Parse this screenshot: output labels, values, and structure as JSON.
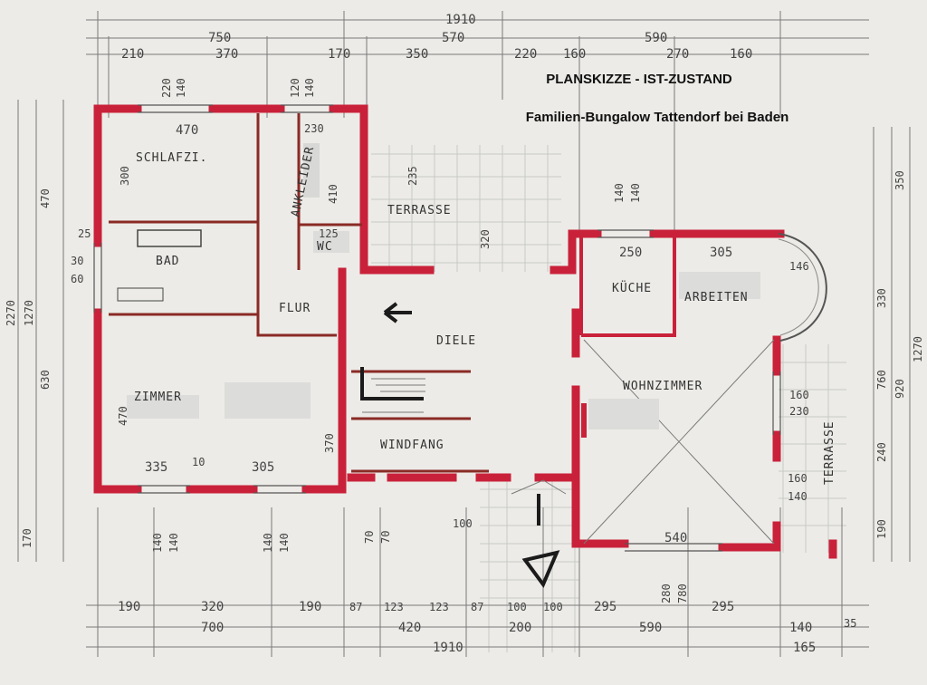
{
  "title": "PLANSKIZZE - IST-ZUSTAND",
  "subtitle": "Familien-Bungalow Tattendorf bei Baden",
  "colors": {
    "wall": "#c9213a",
    "paper": "#ecebe7",
    "ink": "#444444",
    "inner_wall": "#8a2a25"
  },
  "rooms": {
    "schlafzi": "SCHLAFZI.",
    "ankleider": "ANKLEIDER",
    "wc": "WC",
    "bad": "BAD",
    "flur": "FLUR",
    "zimmer": "ZIMMER",
    "diele": "DIELE",
    "windfang": "WINDFANG",
    "kueche": "KÜCHE",
    "arbeiten": "ARBEITEN",
    "wohnzimmer": "WOHNZIMMER",
    "terrasse_nord": "TERRASSE",
    "terrasse_ost": "TERRASSE"
  },
  "dimensions_top": {
    "total": "1910",
    "row2": [
      "750",
      "570",
      "590"
    ],
    "row3": [
      "210",
      "370",
      "170",
      "350",
      "220",
      "160",
      "270",
      "160"
    ]
  },
  "dimensions_bottom": {
    "row1": [
      "190",
      "320",
      "190",
      "87",
      "123",
      "123",
      "87",
      "100",
      "100",
      "295",
      "295"
    ],
    "row2": [
      "700",
      "420",
      "200",
      "590",
      "140",
      "35"
    ],
    "row3": [
      "1910",
      "165"
    ]
  },
  "dimensions_left": [
    "470",
    "1270",
    "2270",
    "630",
    "30",
    "60",
    "170"
  ],
  "dimensions_right": [
    "350",
    "330",
    "1270",
    "760",
    "920",
    "240",
    "190"
  ],
  "dimensions_inner": {
    "schlafzi_w": "470",
    "schlafzi_h": "300",
    "ankleider_w": "230",
    "ankleider_h": "410",
    "wc_w": "125",
    "zimmer_h": "470",
    "zimmer_w1": "335",
    "zimmer_w2": "305",
    "zimmer_mid": "10",
    "kueche_w": "250",
    "arbeiten_w": "305",
    "arbeiten_r": "146",
    "terrasse_h": "235",
    "diele_h": "320",
    "windfang_h": "370",
    "ost_dims": [
      "160",
      "230",
      "160",
      "140"
    ],
    "bottom_540": "540",
    "bottom_280": "280",
    "bottom_780": "780",
    "ankl_top": [
      "220",
      "140",
      "120",
      "140"
    ],
    "kue_top": [
      "140",
      "140"
    ],
    "small": "25",
    "lower_small": [
      "140",
      "140",
      "140",
      "140",
      "70",
      "70",
      "100"
    ]
  }
}
